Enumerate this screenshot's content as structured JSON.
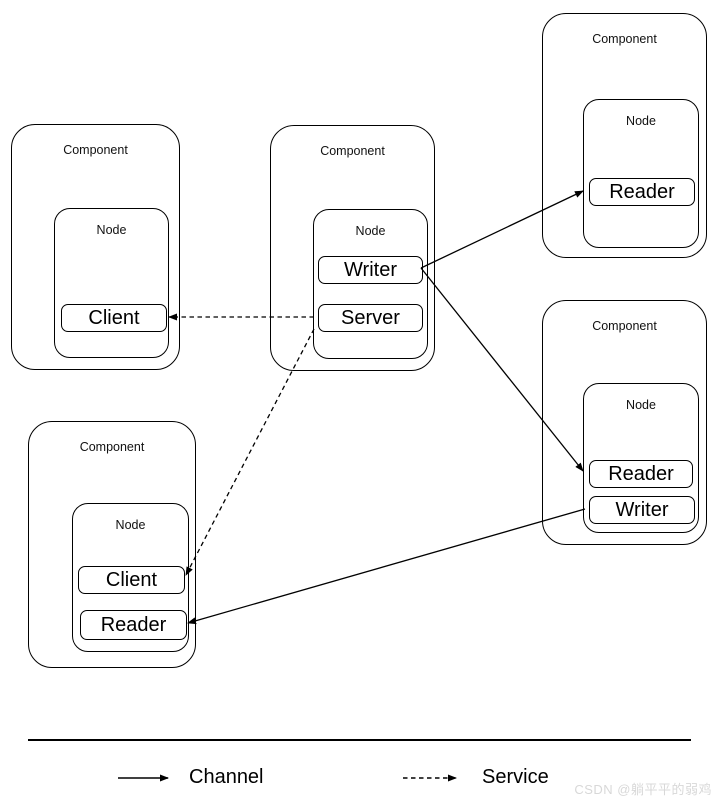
{
  "diagram": {
    "components": [
      {
        "label": "Component",
        "node": {
          "label": "Node",
          "endpoints": [
            {
              "label": "Client"
            }
          ]
        }
      },
      {
        "label": "Component",
        "node": {
          "label": "Node",
          "endpoints": [
            {
              "label": "Writer"
            },
            {
              "label": "Server"
            }
          ]
        }
      },
      {
        "label": "Component",
        "node": {
          "label": "Node",
          "endpoints": [
            {
              "label": "Reader"
            }
          ]
        }
      },
      {
        "label": "Component",
        "node": {
          "label": "Node",
          "endpoints": [
            {
              "label": "Reader"
            },
            {
              "label": "Writer"
            }
          ]
        }
      },
      {
        "label": "Component",
        "node": {
          "label": "Node",
          "endpoints": [
            {
              "label": "Client"
            },
            {
              "label": "Reader"
            }
          ]
        }
      }
    ],
    "connections": [
      {
        "type": "channel",
        "from": "center-component.node.Writer",
        "to": "top-right-component.node.Reader"
      },
      {
        "type": "channel",
        "from": "center-component.node.Writer",
        "to": "right-component.node.Reader"
      },
      {
        "type": "channel",
        "from": "right-component.node.Writer",
        "to": "bottom-left-component.node.Reader"
      },
      {
        "type": "service",
        "from": "center-component.node.Server",
        "to": "left-component.node.Client"
      },
      {
        "type": "service",
        "from": "center-component.node.Server",
        "to": "bottom-left-component.node.Client"
      }
    ],
    "legend": {
      "channel": "Channel",
      "service": "Service"
    },
    "watermark": "CSDN @躺平平的弱鸡",
    "colors": {
      "stroke": "#000000",
      "background": "#ffffff",
      "watermark": "#d8d8d8"
    }
  }
}
